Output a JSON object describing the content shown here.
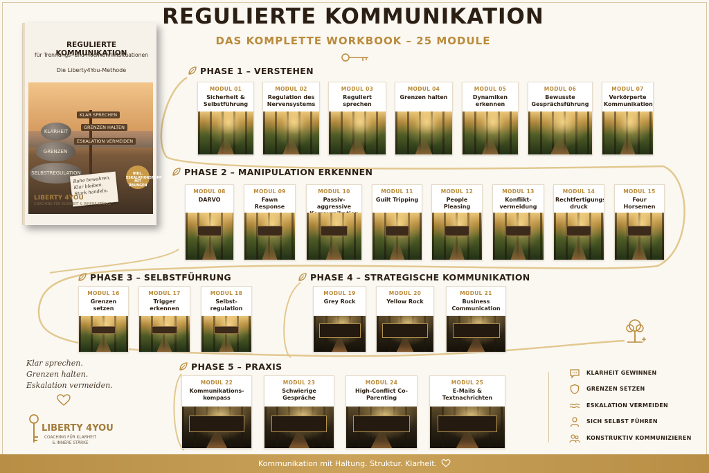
{
  "header": {
    "title": "REGULIERTE KOMMUNIKATION",
    "subtitle": "DAS KOMPLETTE WORKBOOK – 25 MODULE"
  },
  "book": {
    "title": "REGULIERTE KOMMUNIKATION",
    "subtitle": "für Trennungs- und Hochkonfliktsituationen",
    "method": "Die Liberty4You-Methode",
    "signs": [
      "KLAR SPRECHEN",
      "GRENZEN HALTEN",
      "ESKALATION VERMEIDEN"
    ],
    "stones": [
      "KLARHEIT",
      "GRENZEN",
      "SELBSTREGULATION"
    ],
    "notebook_lines": [
      "Ruhe bewahren.",
      "Klar bleiben.",
      "Stark handeln."
    ],
    "badge": "INKL. ESKALATIONSTOPP MIT ÜBUNGEN",
    "brand": "LIBERTY 4YOU",
    "brand_tagline": "COACHING FÜR KLARHEIT & INNERE STÄRKE"
  },
  "phases": [
    {
      "title": "PHASE 1 – VERSTEHEN",
      "modules": [
        {
          "num": "MODUL 01",
          "name": "Sicherheit & Selbstführung"
        },
        {
          "num": "MODUL 02",
          "name": "Regulation des Nervensystems"
        },
        {
          "num": "MODUL 03",
          "name": "Reguliert sprechen"
        },
        {
          "num": "MODUL 04",
          "name": "Grenzen halten"
        },
        {
          "num": "MODUL 05",
          "name": "Dynamiken erkennen"
        },
        {
          "num": "MODUL 06",
          "name": "Bewusste Gesprächsführung"
        },
        {
          "num": "MODUL 07",
          "name": "Verkörperte Kommunikation"
        }
      ]
    },
    {
      "title": "PHASE 2 – MANIPULATION ERKENNEN",
      "modules": [
        {
          "num": "MODUL 08",
          "name": "DARVO"
        },
        {
          "num": "MODUL 09",
          "name": "Fawn Response"
        },
        {
          "num": "MODUL 10",
          "name": "Passiv-aggressive Kommunikation"
        },
        {
          "num": "MODUL 11",
          "name": "Guilt Tripping"
        },
        {
          "num": "MODUL 12",
          "name": "People Pleasing"
        },
        {
          "num": "MODUL 13",
          "name": "Konflikt-vermeidung"
        },
        {
          "num": "MODUL 14",
          "name": "Rechtfertigungs-druck"
        },
        {
          "num": "MODUL 15",
          "name": "Four Horsemen"
        }
      ]
    },
    {
      "title": "PHASE 3 – SELBSTFÜHRUNG",
      "modules": [
        {
          "num": "MODUL 16",
          "name": "Grenzen setzen"
        },
        {
          "num": "MODUL 17",
          "name": "Trigger erkennen"
        },
        {
          "num": "MODUL 18",
          "name": "Selbst-regulation"
        }
      ]
    },
    {
      "title": "PHASE 4 – STRATEGISCHE KOMMUNIKATION",
      "modules": [
        {
          "num": "MODUL 19",
          "name": "Grey Rock"
        },
        {
          "num": "MODUL 20",
          "name": "Yellow Rock"
        },
        {
          "num": "MODUL 21",
          "name": "Business Communication"
        }
      ]
    },
    {
      "title": "PHASE 5 – PRAXIS",
      "modules": [
        {
          "num": "MODUL 22",
          "name": "Kommunikations-kompass"
        },
        {
          "num": "MODUL 23",
          "name": "Schwierige Gespräche"
        },
        {
          "num": "MODUL 24",
          "name": "High-Conflict Co-Parenting"
        },
        {
          "num": "MODUL 25",
          "name": "E-Mails & Textnachrichten"
        }
      ]
    }
  ],
  "slogan": [
    "Klar sprechen.",
    "Grenzen halten.",
    "Eskalation vermeiden."
  ],
  "brand": {
    "name": "LIBERTY 4YOU",
    "tagline_1": "COACHING FÜR KLARHEIT",
    "tagline_2": "& INNERE STÄRKE"
  },
  "legend": [
    {
      "icon": "speech-bubble-icon",
      "label": "KLARHEIT GEWINNEN"
    },
    {
      "icon": "shield-icon",
      "label": "GRENZEN SETZEN"
    },
    {
      "icon": "waves-icon",
      "label": "ESKALATION VERMEIDEN"
    },
    {
      "icon": "person-icon",
      "label": "SICH SELBST FÜHREN"
    },
    {
      "icon": "people-icon",
      "label": "KONSTRUKTIV KOMMUNIZIEREN"
    }
  ],
  "footer": "Kommunikation mit Haltung. Struktur. Klarheit.",
  "colors": {
    "gold": "#b98b3c",
    "dark": "#2b1f14",
    "background": "#fbf8f2"
  }
}
